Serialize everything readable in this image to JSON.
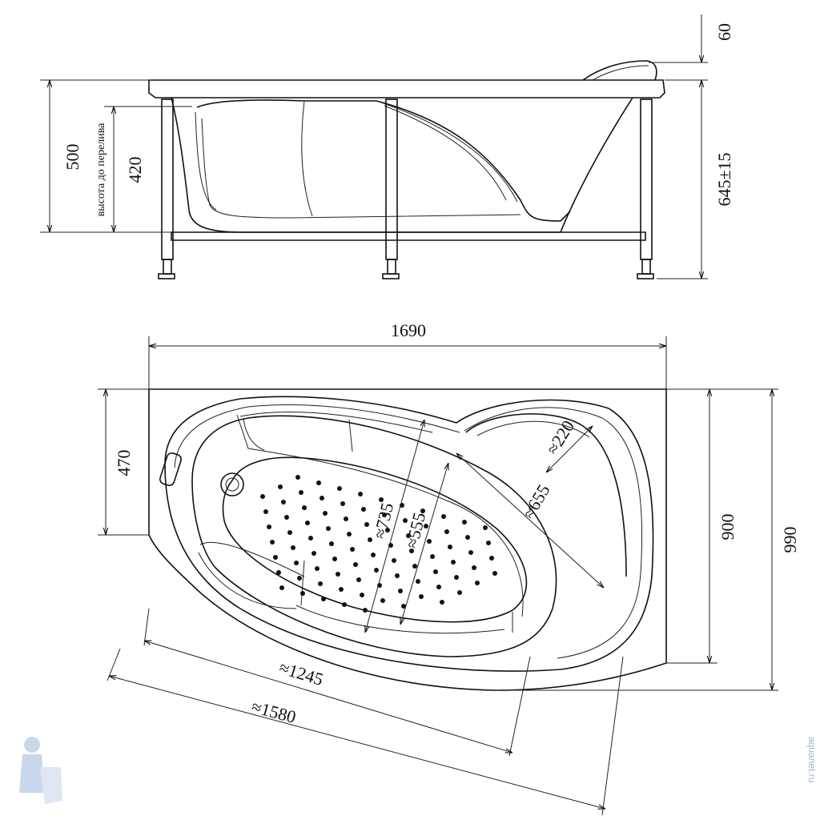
{
  "side_view": {
    "dim_height_total": "500",
    "dim_overflow_height": "420",
    "overflow_label": "высота до перелива",
    "dim_headrest": "60",
    "dim_full_height": "645±15"
  },
  "top_view": {
    "dim_length": "1690",
    "dim_short_width": "470",
    "dim_width_900": "900",
    "dim_width_990": "990",
    "dim_inner_1245": "≈1245",
    "dim_outer_1580": "≈1580",
    "dim_735": "≈735",
    "dim_555": "≈555",
    "dim_655": "≈655",
    "dim_220": "≈220"
  },
  "watermark": "aquanet.ru",
  "colors": {
    "line": "#111111",
    "watermark": "#9fb4d0"
  }
}
